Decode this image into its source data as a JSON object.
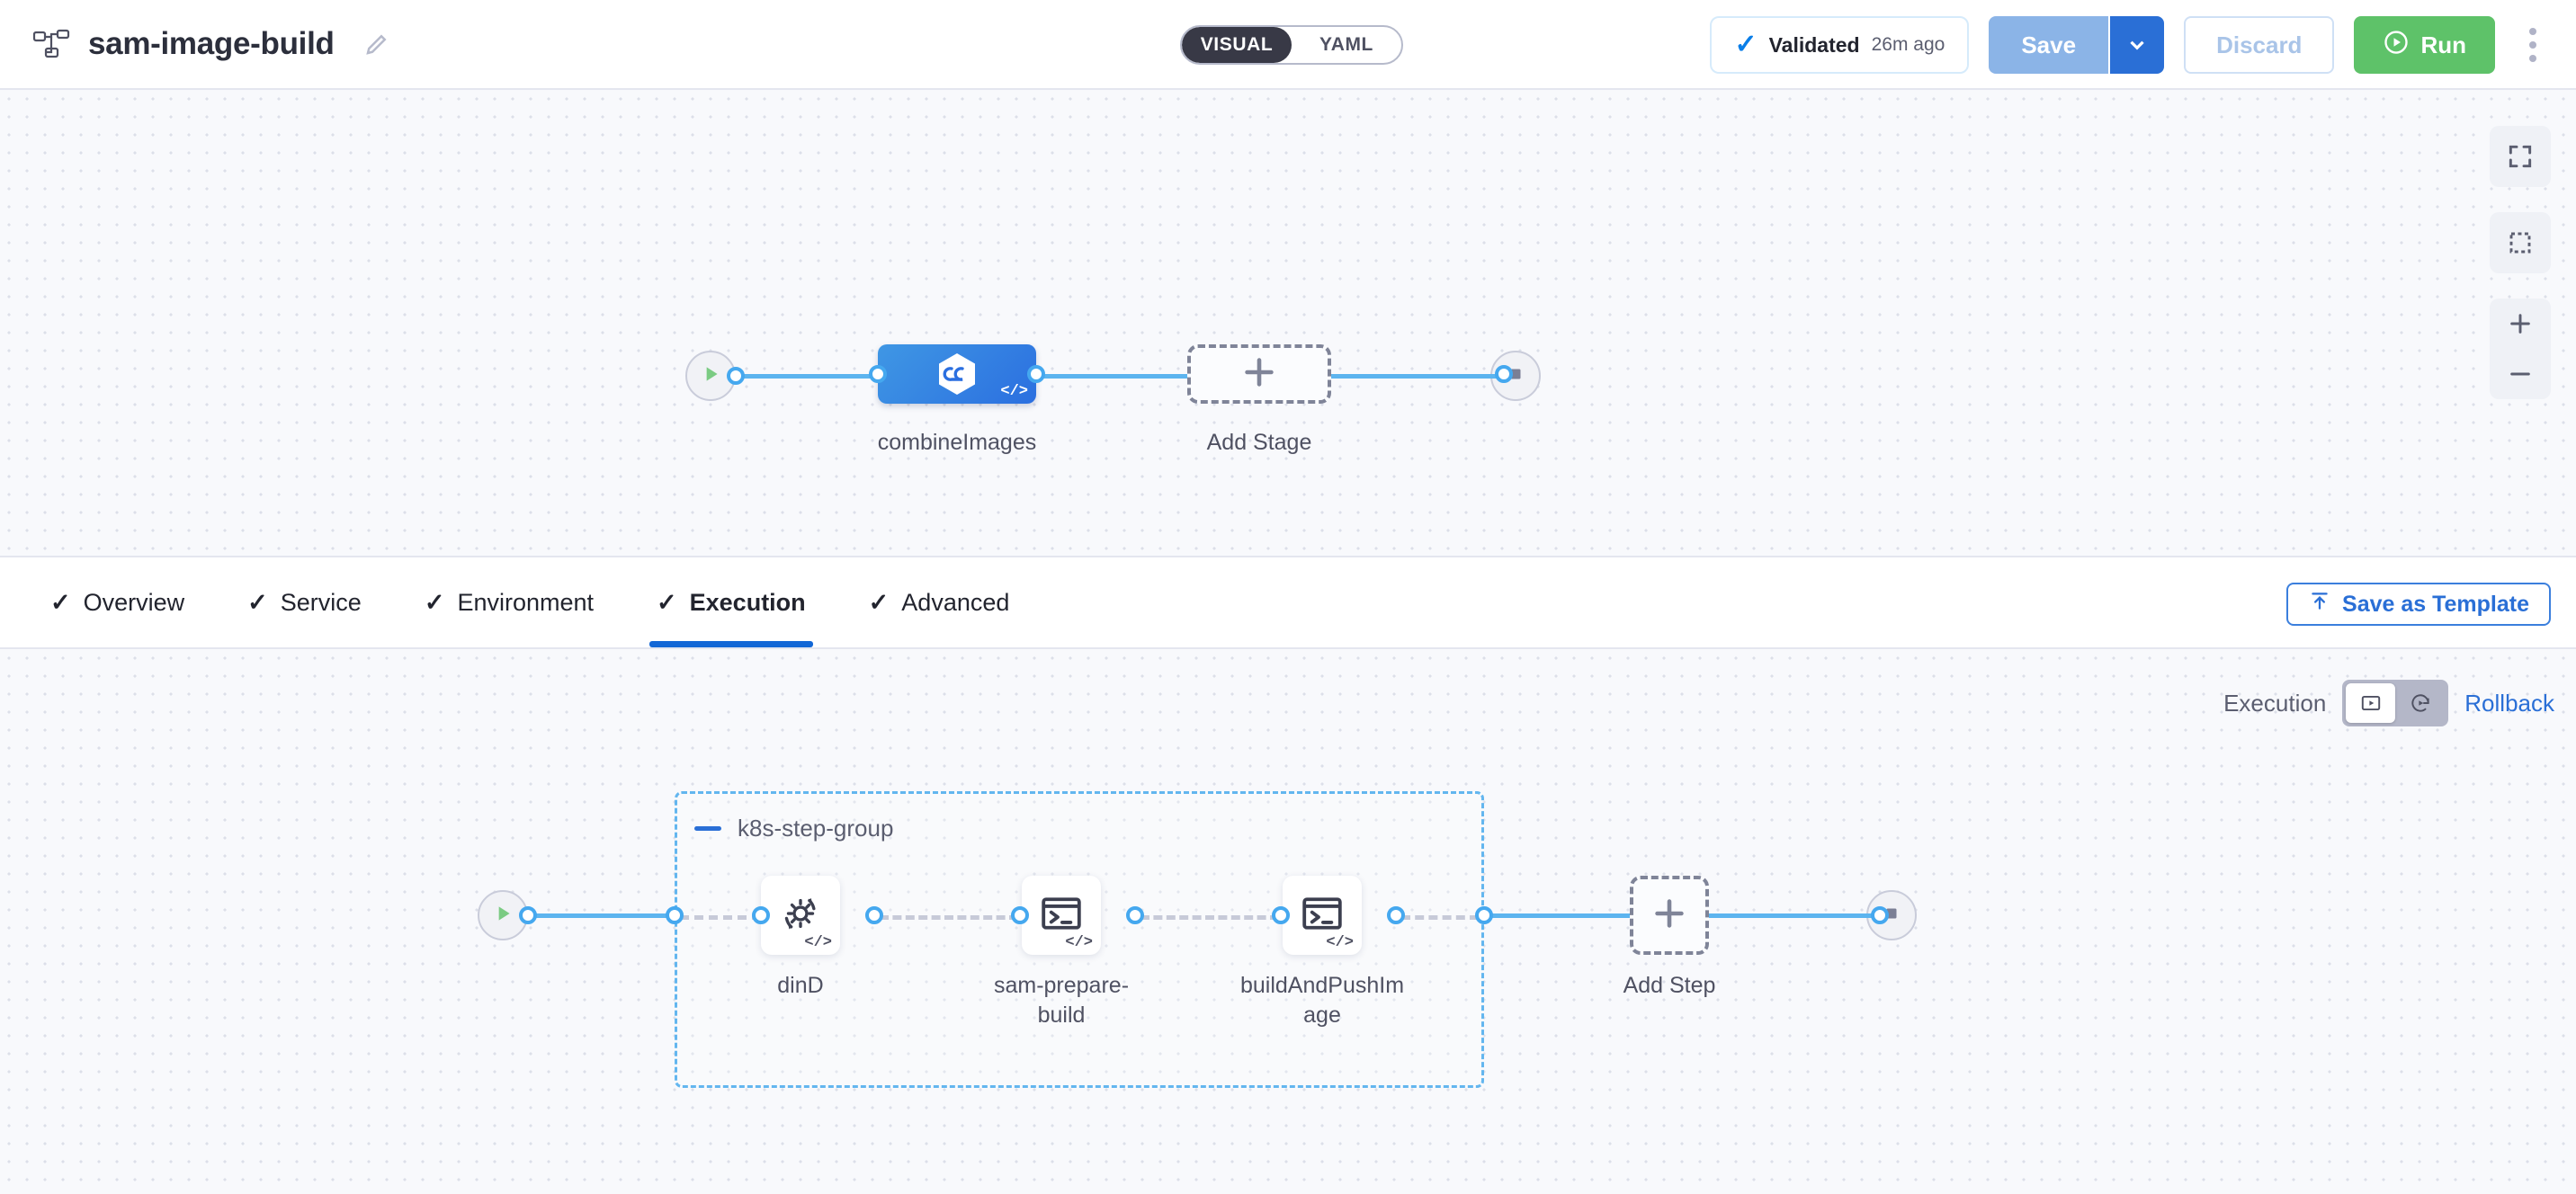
{
  "header": {
    "pipeline_icon": "pipeline-graph-icon",
    "title": "sam-image-build",
    "edit_icon": "pencil-edit-icon",
    "view_toggle": {
      "visual": "VISUAL",
      "yaml": "YAML",
      "selected": "VISUAL"
    },
    "validated": {
      "check_icon": "check-icon",
      "label": "Validated",
      "time": "26m ago"
    },
    "save": {
      "label": "Save",
      "caret_icon": "chevron-down-icon"
    },
    "discard": {
      "label": "Discard"
    },
    "run": {
      "label": "Run",
      "icon": "play-circle-icon"
    },
    "more_icon": "kebab-menu-icon"
  },
  "stage_canvas": {
    "start_icon": "play-icon",
    "end_icon": "stop-square-icon",
    "stage": {
      "label": "combineImages",
      "icon": "harness-hexagon-icon",
      "badge": "</>"
    },
    "add_stage": {
      "label": "Add Stage",
      "icon": "plus-icon"
    },
    "zoom_controls": {
      "fit": "fit-to-screen-icon",
      "select": "selection-box-icon",
      "zoom_in": "plus-icon",
      "zoom_out": "minus-icon"
    }
  },
  "tabbar": {
    "tabs": [
      {
        "label": "Overview",
        "check": "✓",
        "active": false
      },
      {
        "label": "Service",
        "check": "✓",
        "active": false
      },
      {
        "label": "Environment",
        "check": "✓",
        "active": false
      },
      {
        "label": "Execution",
        "check": "✓",
        "active": true
      },
      {
        "label": "Advanced",
        "check": "✓",
        "active": false
      }
    ],
    "save_as_template": {
      "label": "Save as Template",
      "icon": "template-upload-icon"
    }
  },
  "steps_canvas": {
    "execution_label": "Execution",
    "rollback_label": "Rollback",
    "toggle": {
      "execution_icon": "execution-icon",
      "rollback_icon": "rollback-icon",
      "selected": "execution"
    },
    "group": {
      "title": "k8s-step-group",
      "collapse_icon": "minus-collapse-icon"
    },
    "start_icon": "play-icon",
    "end_icon": "stop-square-icon",
    "steps": [
      {
        "label": "dinD",
        "icon": "gear-rotate-icon",
        "badge": "</>"
      },
      {
        "label": "sam-prepare-build",
        "label_line1": "sam-prepare-",
        "label_line2": "build",
        "icon": "terminal-icon",
        "badge": "</>"
      },
      {
        "label": "buildAndPushImage",
        "label_line1": "buildAndPushIm",
        "label_line2": "age",
        "icon": "terminal-icon",
        "badge": "</>"
      }
    ],
    "add_step": {
      "label": "Add Step",
      "icon": "plus-icon"
    }
  },
  "colors": {
    "accent_blue": "#2a6fd6",
    "edge_blue": "#5cb4ef",
    "run_green": "#5ec269",
    "stage_blue": "#2b6fe0",
    "group_dashed": "#63b6ef",
    "canvas_bg": "#f8f9fc"
  }
}
